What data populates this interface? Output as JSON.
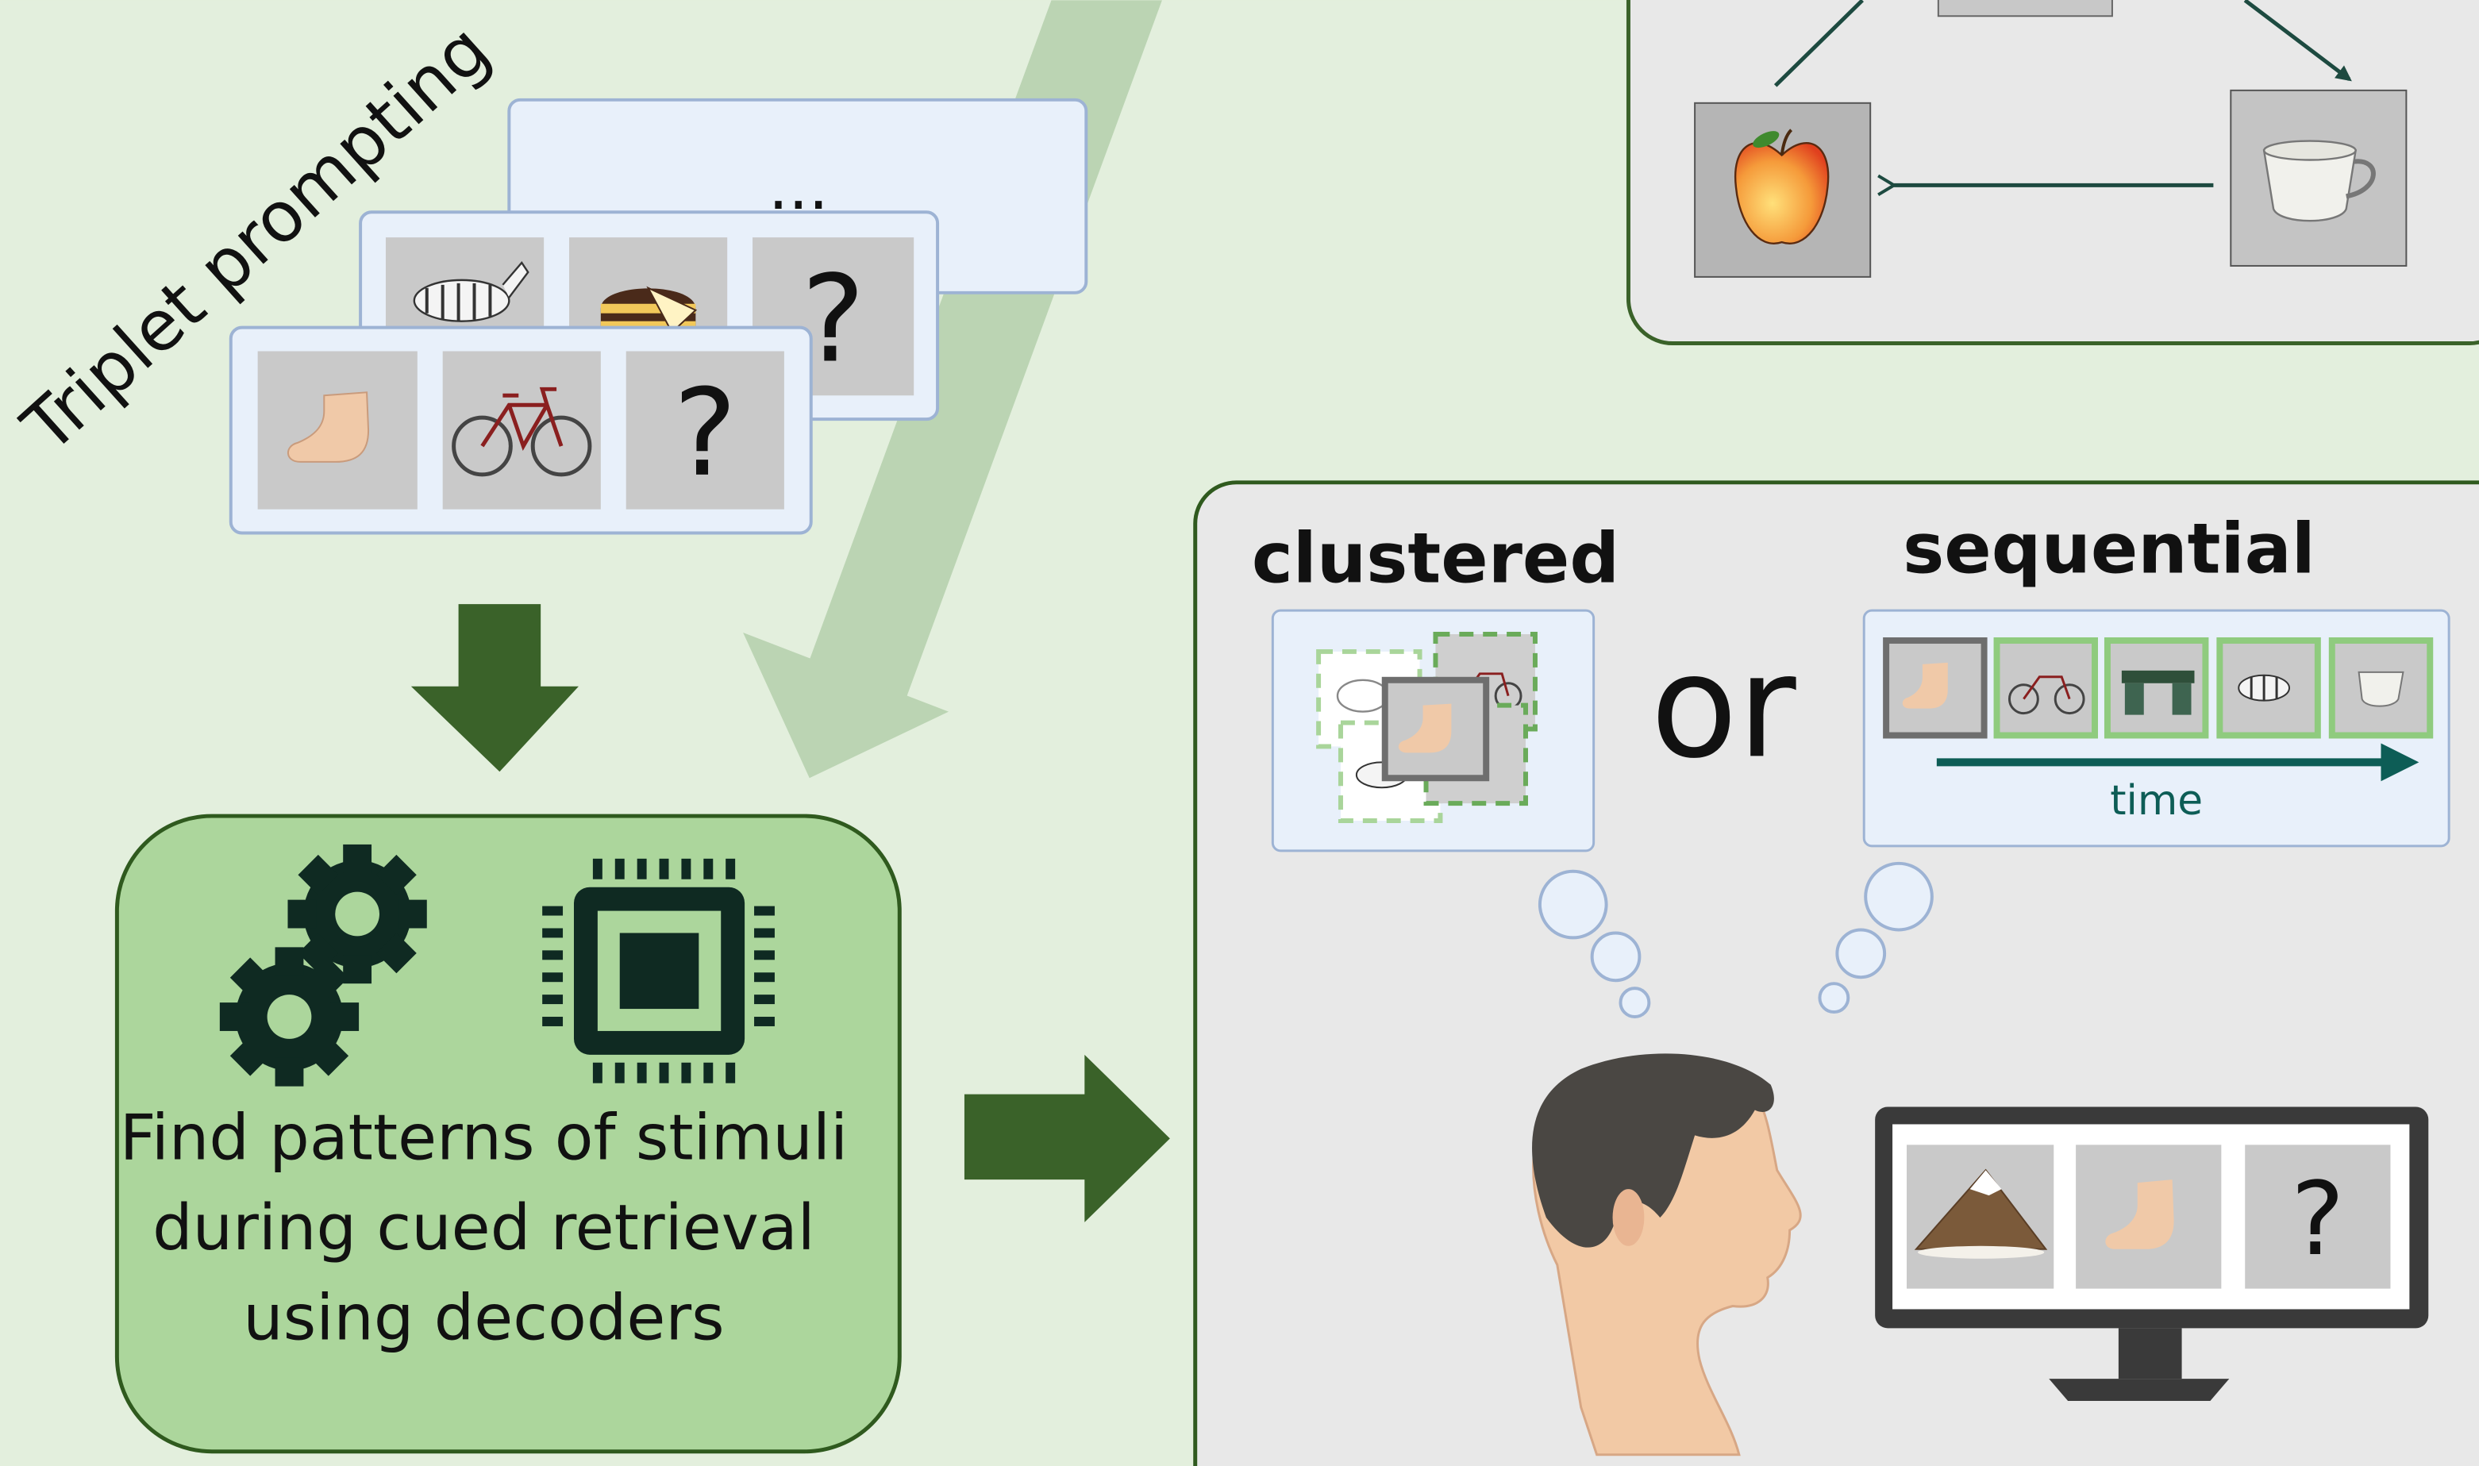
{
  "triplet": {
    "label": "Triplet prompting",
    "ellipsis": "...",
    "question_mark": "?"
  },
  "decoder_box": {
    "line1": "Find patterns of stimuli",
    "line2": "during cued retrieval",
    "line3": "using decoders"
  },
  "retrieval": {
    "clustered_label": "clustered",
    "or_label": "or",
    "sequential_label": "sequential",
    "time_label": "time",
    "screen_question": "?"
  },
  "icons": {
    "cards_front": [
      "foot",
      "bicycle",
      "question-mark"
    ],
    "cards_middle": [
      "zebra",
      "cake",
      "question-mark"
    ],
    "sequence": [
      "foot",
      "bicycle",
      "desk",
      "zebra",
      "cup"
    ],
    "cycle": [
      "apple",
      "cup"
    ],
    "screen": [
      "mountain",
      "foot",
      "question-mark"
    ]
  },
  "colors": {
    "background": "#e3efdd",
    "dark_green": "#3a6229",
    "light_green_box": "#acd69c",
    "pale_arrow": "#bbd4b3",
    "panel_grey": "#e8e8e8",
    "card_blue": "#e8f0fa",
    "teal": "#0d5d56"
  }
}
